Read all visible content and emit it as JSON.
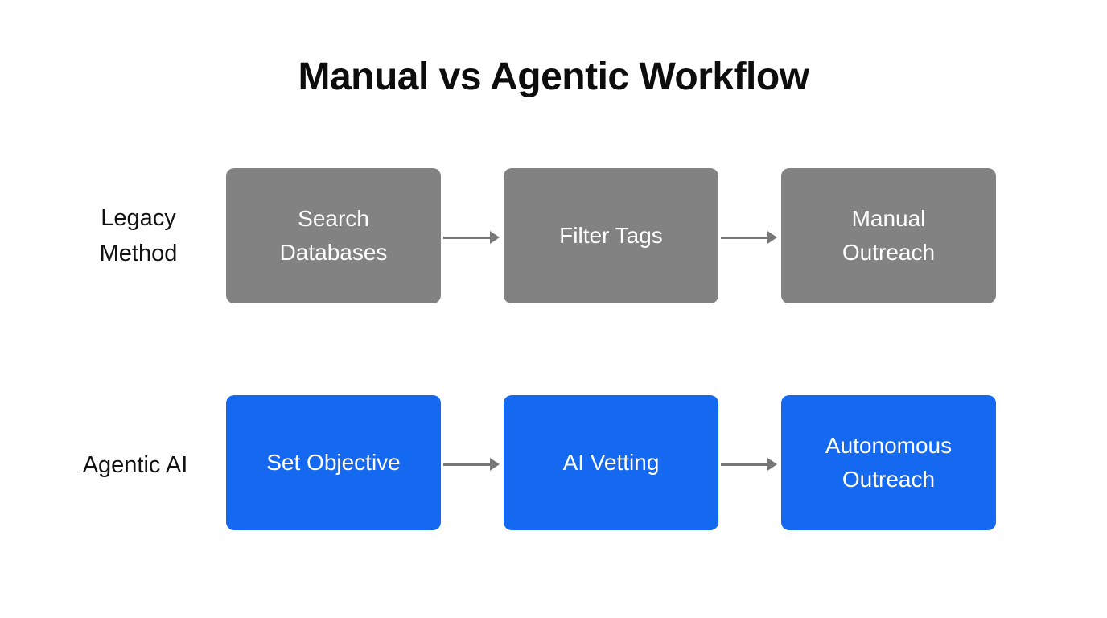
{
  "title": "Manual vs Agentic Workflow",
  "colors": {
    "legacy_box": "#828282",
    "agentic_box": "#1569f0",
    "arrow": "#777777",
    "box_text": "#ffffff",
    "title_text": "#0d0d0d"
  },
  "rows": [
    {
      "label": "Legacy\nMethod",
      "steps": [
        "Search\nDatabases",
        "Filter Tags",
        "Manual\nOutreach"
      ]
    },
    {
      "label": "Agentic AI",
      "steps": [
        "Set Objective",
        "AI Vetting",
        "Autonomous\nOutreach"
      ]
    }
  ]
}
